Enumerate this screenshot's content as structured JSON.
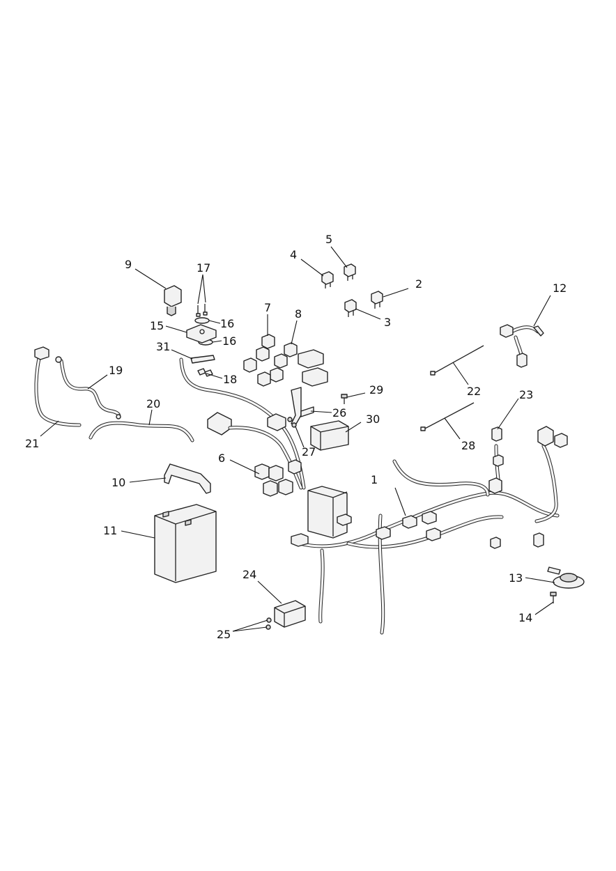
{
  "callouts": [
    "1",
    "2",
    "3",
    "4",
    "5",
    "6",
    "7",
    "8",
    "9",
    "10",
    "11",
    "12",
    "13",
    "14",
    "15",
    "16",
    "16",
    "17",
    "18",
    "19",
    "20",
    "21",
    "22",
    "23",
    "24",
    "25",
    "26",
    "27",
    "28",
    "29",
    "30",
    "31"
  ]
}
